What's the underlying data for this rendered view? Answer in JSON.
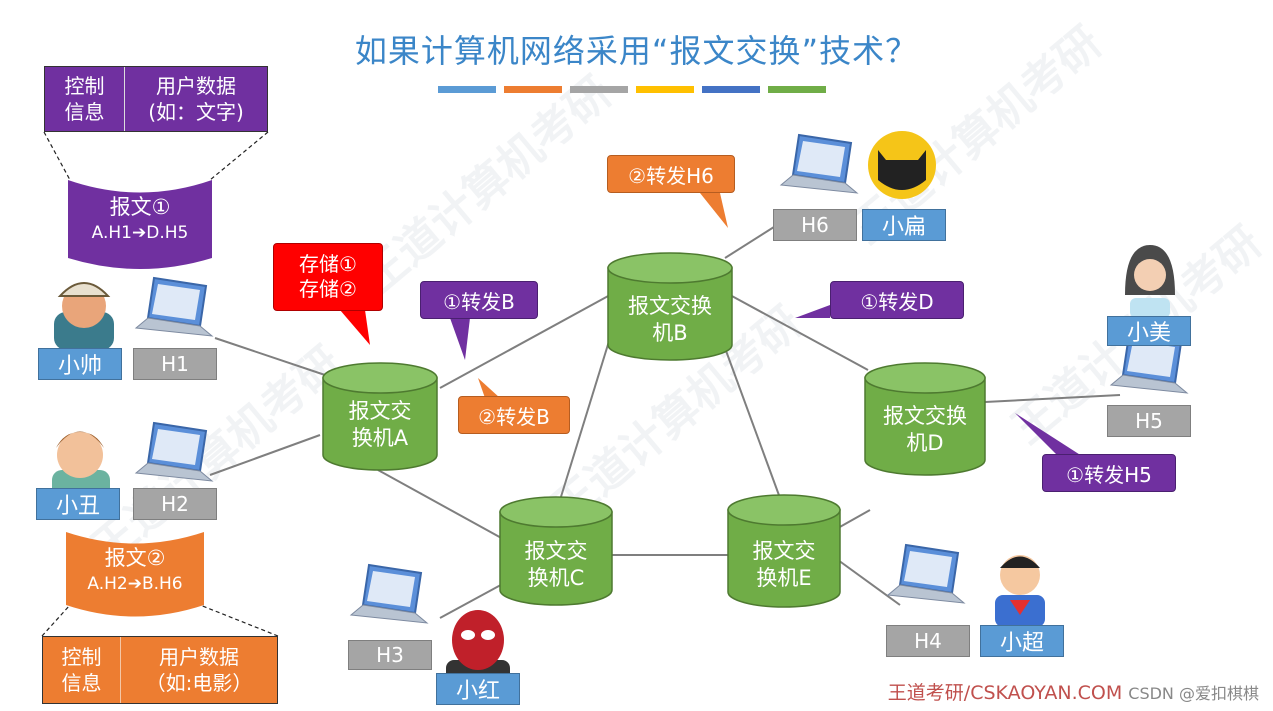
{
  "title": "如果计算机网络采用“报文交换”技术？",
  "title_bar_colors": [
    "#5b9bd5",
    "#ed7d31",
    "#a5a5a5",
    "#ffc000",
    "#4472c4",
    "#70ad47"
  ],
  "people": {
    "xiaoshuai": "小帅",
    "xiaochou": "小丑",
    "xiaohong": "小红",
    "xiaochao": "小超",
    "xiaobian": "小扁",
    "xiaomei": "小美"
  },
  "hosts": {
    "h1": "H1",
    "h2": "H2",
    "h3": "H3",
    "h4": "H4",
    "h5": "H5",
    "h6": "H6"
  },
  "switches": {
    "a": [
      "报文交",
      "换机A"
    ],
    "b": [
      "报文交换",
      "机B"
    ],
    "c": [
      "报文交",
      "换机C"
    ],
    "d": [
      "报文交换",
      "机D"
    ],
    "e": [
      "报文交",
      "换机E"
    ]
  },
  "message1": {
    "ctrl": [
      "控制",
      "信息"
    ],
    "user": [
      "用户数据",
      "(如：文字)"
    ],
    "flag": [
      "报文①",
      "A.H1➔D.H5"
    ]
  },
  "message2": {
    "flag": [
      "报文②",
      "A.H2➔B.H6"
    ],
    "ctrl": [
      "控制",
      "信息"
    ],
    "user": [
      "用户数据",
      "（如:电影）"
    ]
  },
  "callouts": {
    "store": [
      "存储①",
      "存储②"
    ],
    "fwd_b1": "①转发B",
    "fwd_b2": "②转发B",
    "fwd_h6": "②转发H6",
    "fwd_d": "①转发D",
    "fwd_h5": "①转发H5"
  },
  "footer": "王道考研/CSKAOYAN.COM",
  "footer_credit": "CSDN @爱扣棋棋",
  "colors": {
    "purple": "#7030a0",
    "orange": "#ed7d31",
    "green": "#70ad47",
    "red": "#ff0000",
    "blue": "#5a9bd5",
    "gray": "#a5a5a5"
  }
}
